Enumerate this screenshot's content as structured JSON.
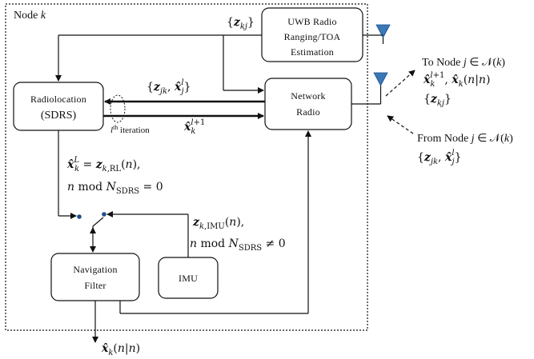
{
  "node_label": "Node k",
  "boxes": {
    "uwb": {
      "line1": "UWB Radio",
      "line2": "Ranging/TOA",
      "line3": "Estimation"
    },
    "network_radio": {
      "line1": "Network",
      "line2": "Radio"
    },
    "radiolocation": {
      "line1": "Radiolocation",
      "line2": "(SDRS)"
    },
    "navigation_filter": {
      "line1": "Navigation",
      "line2": "Filter"
    },
    "imu": {
      "line1": "IMU"
    }
  },
  "labels": {
    "z_kj_top": "{zkj}",
    "z_jk_xj": "{zjk, x̂jl}",
    "x_k_l1": "x̂kl+1",
    "iteration": "lth iteration",
    "x_kL": "x̂kL = zk,RL(n),",
    "n_mod_eq": "n mod NSDRS = 0",
    "z_imu": "zk,IMU(n),",
    "n_mod_neq": "n mod NSDRS ≠ 0",
    "output": "x̂k(n|n)"
  },
  "external": {
    "to_node": "To Node j ∈ 𝒩(k)",
    "to_values": "x̂kl+1, x̂k(n|n)",
    "to_z": "{zkj}",
    "from_node": "From Node j ∈ 𝒩(k)",
    "from_values": "{zjk, x̂jl}"
  },
  "colors": {
    "antenna": "#3a78b8",
    "line": "#111111",
    "switch_dot": "#1f4e8a"
  }
}
